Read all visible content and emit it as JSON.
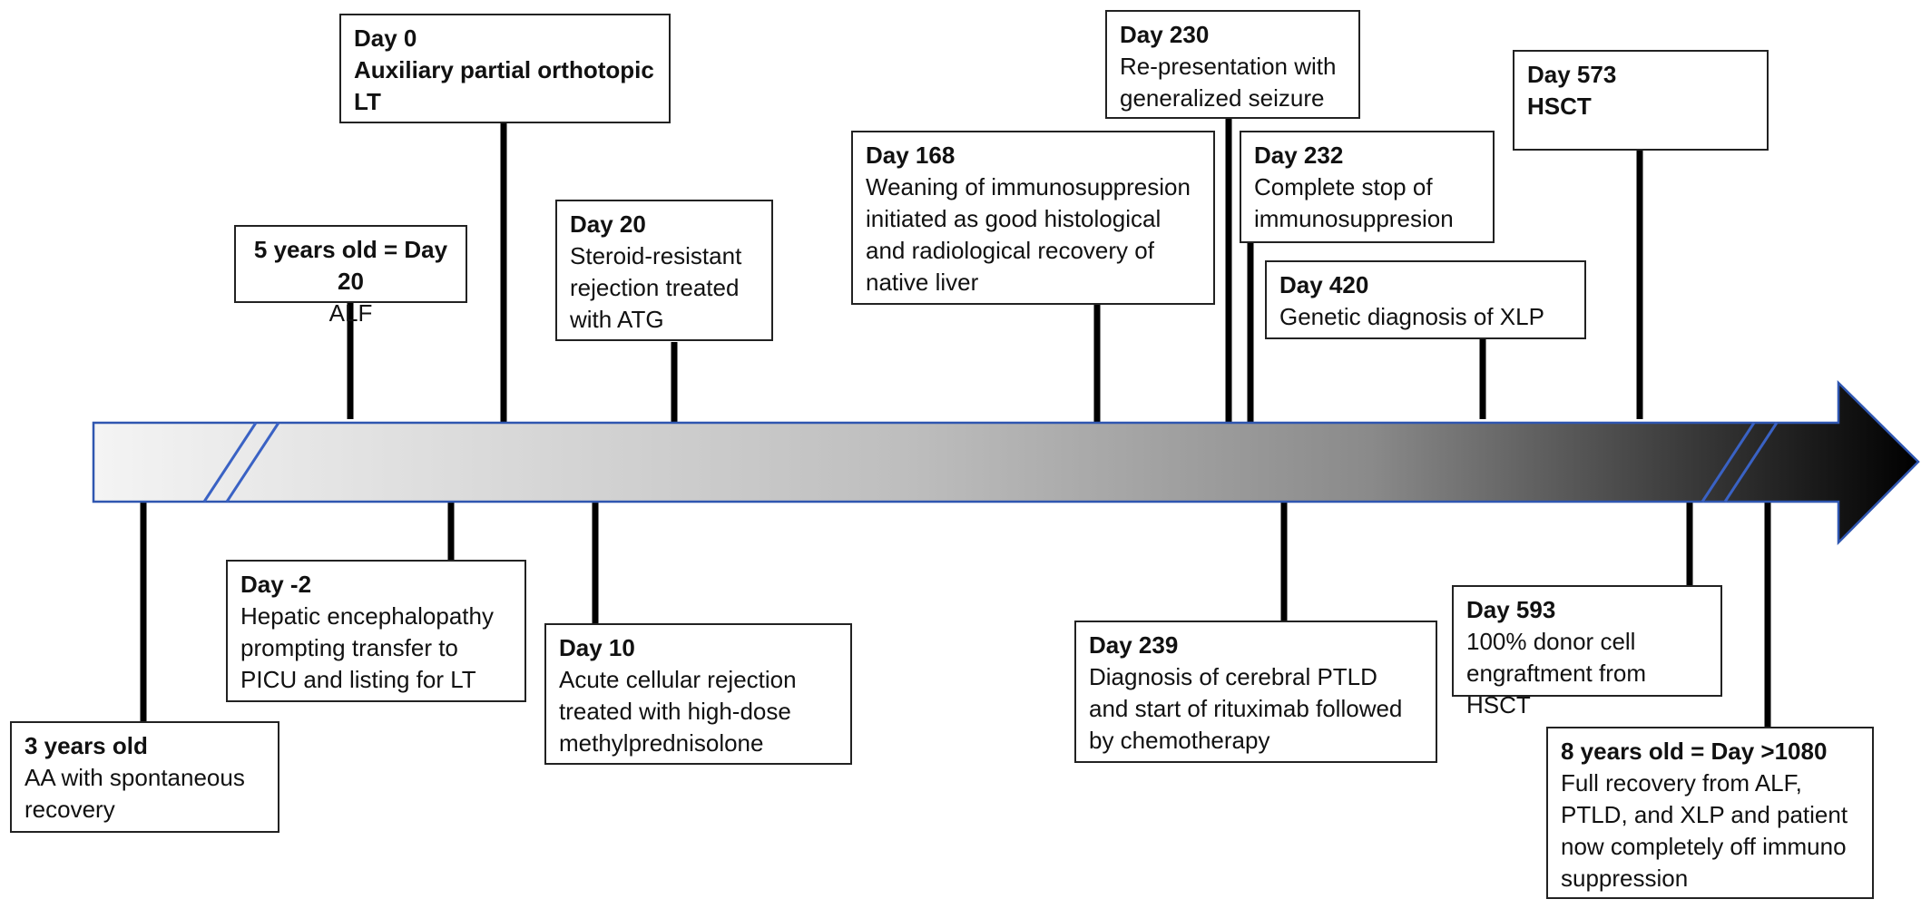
{
  "colors": {
    "arrow_border": "#2f56b0",
    "arrow_start": "#f4f4f4",
    "arrow_end": "#000000",
    "connector": "#000000",
    "break_marks": "#3a62c4"
  },
  "events": [
    {
      "id": "day0",
      "title": "Day 0",
      "title2": "Auxiliary partial orthotopic LT",
      "body": ""
    },
    {
      "id": "age5",
      "title": "5 years old = Day  20",
      "body": "ALF"
    },
    {
      "id": "day20",
      "title": "Day 20",
      "body": "Steroid-resistant rejection treated with ATG"
    },
    {
      "id": "day168",
      "title": "Day 168",
      "body": "Weaning of immunosuppresion initiated as good histological and radiological recovery of native liver"
    },
    {
      "id": "day230",
      "title": "Day 230",
      "body": "Re-presentation with generalized seizure"
    },
    {
      "id": "day232",
      "title": "Day 232",
      "body": "Complete stop of immunosuppresion"
    },
    {
      "id": "day420",
      "title": "Day 420",
      "body": "Genetic diagnosis of XLP"
    },
    {
      "id": "day573",
      "title": "Day 573",
      "title2": "HSCT",
      "body": ""
    },
    {
      "id": "age3",
      "title": "3 years old",
      "body": "AA with spontaneous recovery"
    },
    {
      "id": "daym2",
      "title": "Day -2",
      "body": "Hepatic encephalopathy prompting transfer to PICU and listing for LT"
    },
    {
      "id": "day10",
      "title": "Day 10",
      "body": "Acute cellular rejection treated with high-dose methylprednisolone"
    },
    {
      "id": "day239",
      "title": "Day 239",
      "body": "Diagnosis of cerebral PTLD and start of rituximab followed by chemotherapy"
    },
    {
      "id": "day593",
      "title": "Day 593",
      "body": "100% donor cell engraftment from HSCT"
    },
    {
      "id": "age8",
      "title": "8 years old = Day >1080",
      "body": "Full recovery from ALF, PTLD, and XLP and patient now completely off immuno suppression"
    }
  ]
}
